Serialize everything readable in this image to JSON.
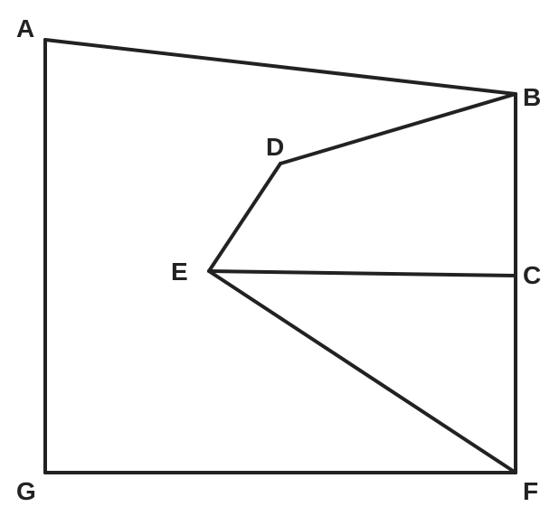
{
  "diagram": {
    "points": {
      "A": "A",
      "B": "B",
      "C": "C",
      "D": "D",
      "E": "E",
      "F": "F",
      "G": "G"
    },
    "segments": [
      [
        "A",
        "B"
      ],
      [
        "B",
        "D"
      ],
      [
        "D",
        "E"
      ],
      [
        "E",
        "C"
      ],
      [
        "E",
        "F"
      ],
      [
        "B",
        "C"
      ],
      [
        "C",
        "F"
      ],
      [
        "A",
        "G"
      ],
      [
        "G",
        "F"
      ]
    ],
    "line_color": "#222222",
    "background_color": "#ffffff"
  }
}
